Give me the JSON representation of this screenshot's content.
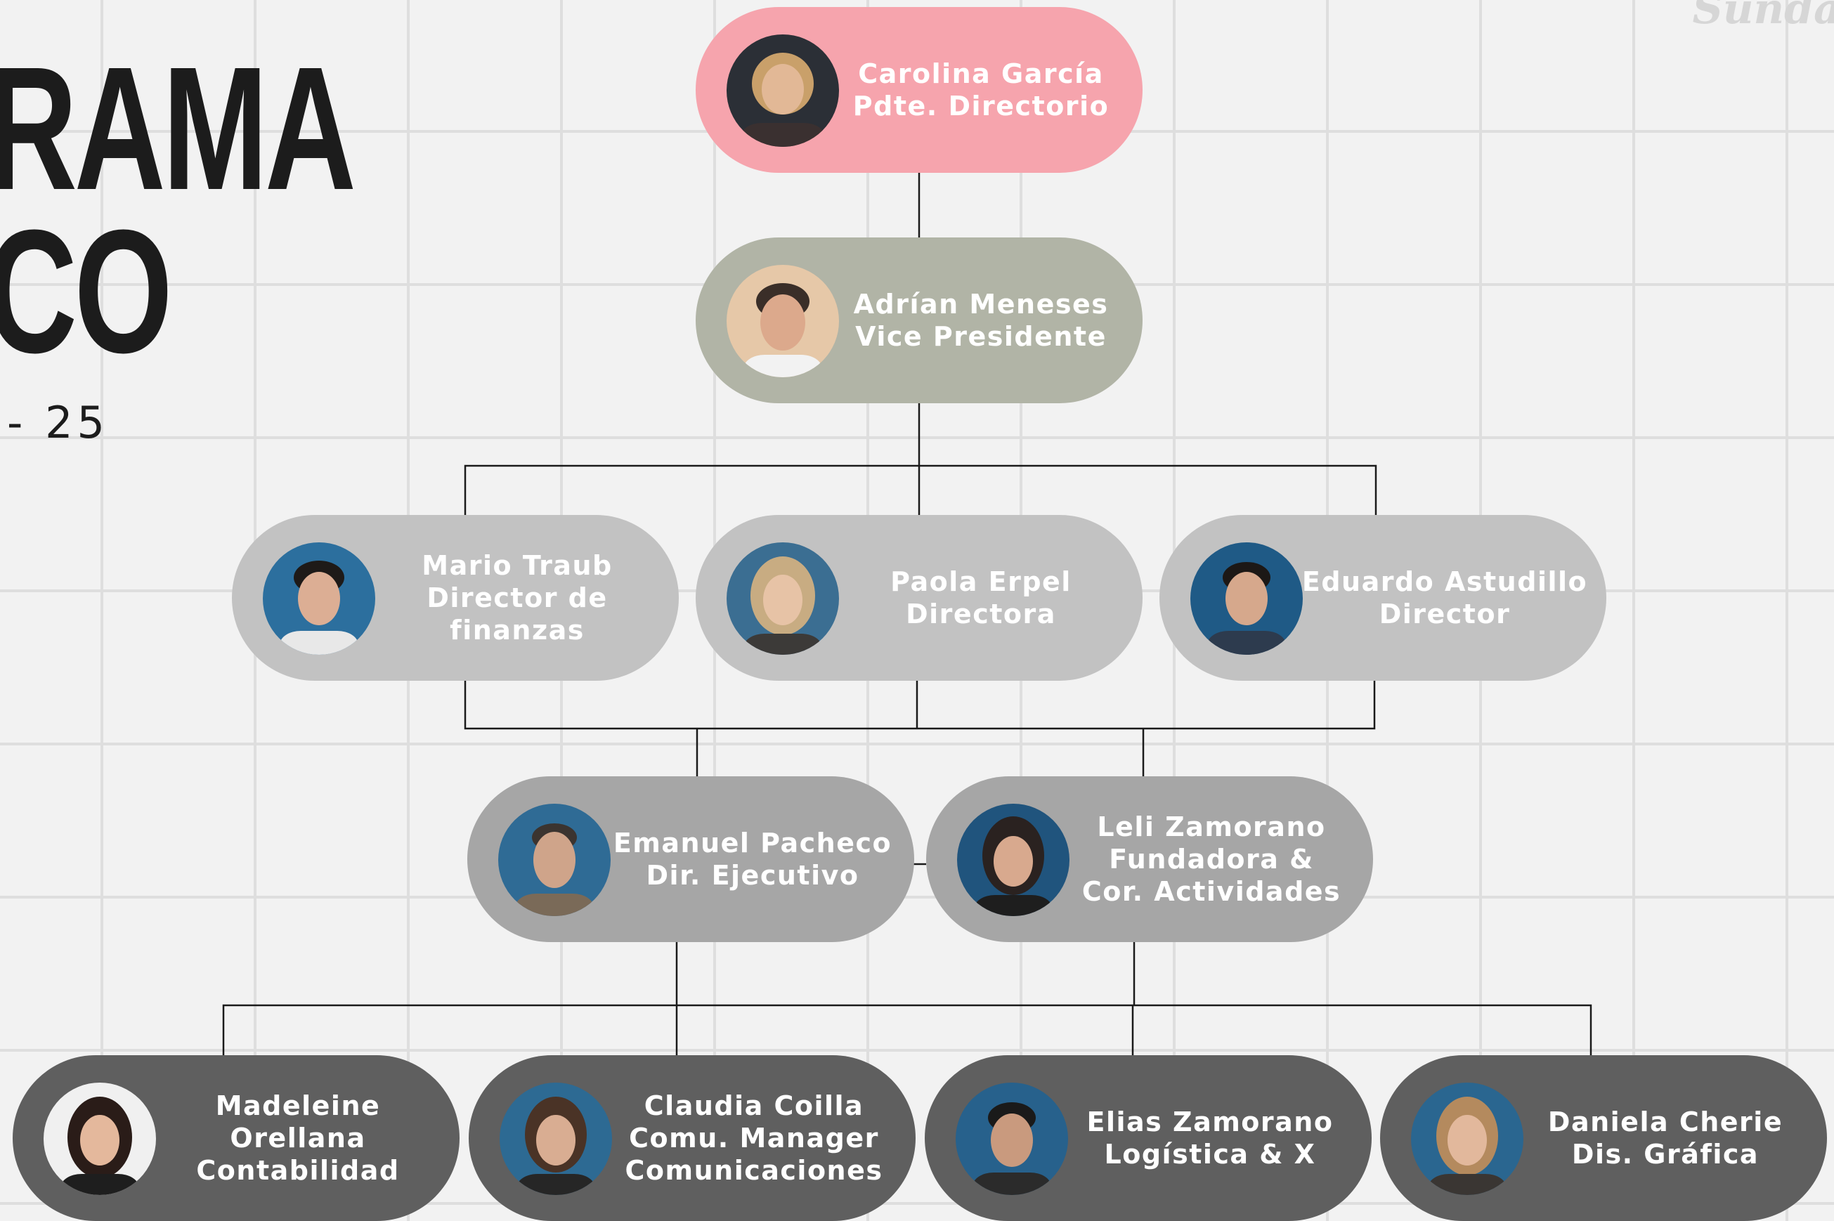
{
  "header": {
    "title_line1": "RAMA",
    "title_line2": "CO",
    "period": "-  25",
    "brand": "Sunda"
  },
  "colors": {
    "level0": "#f6a4ad",
    "level1": "#b1b4a6",
    "level2": "#c2c2c2",
    "level3": "#a6a6a6",
    "level4": "#5f5f5f",
    "connector": "#1a1a1a"
  },
  "nodes": {
    "carolina": {
      "line1": "Carolina García",
      "line2": "Pdte. Directorio"
    },
    "adrian": {
      "line1": "Adrían Meneses",
      "line2": "Vice Presidente"
    },
    "mario": {
      "line1": "Mario Traub",
      "line2": "Director de",
      "line3": "finanzas"
    },
    "paola": {
      "line1": "Paola Erpel",
      "line2": "Directora"
    },
    "eduardo": {
      "line1": "Eduardo Astudillo",
      "line2": "Director"
    },
    "emanuel": {
      "line1": "Emanuel Pacheco",
      "line2": "Dir. Ejecutivo"
    },
    "leli": {
      "line1": "Leli Zamorano",
      "line2": "Fundadora &",
      "line3": "Cor. Actividades"
    },
    "madeleine": {
      "line1": "Madeleine",
      "line2": "Orellana",
      "line3": "Contabilidad"
    },
    "claudia": {
      "line1": "Claudia Coilla",
      "line2": "Comu. Manager",
      "line3": "Comunicaciones"
    },
    "elias": {
      "line1": "Elias Zamorano",
      "line2": "Logística & X"
    },
    "daniela": {
      "line1": "Daniela Cherie",
      "line2": "Dis. Gráfica"
    }
  }
}
